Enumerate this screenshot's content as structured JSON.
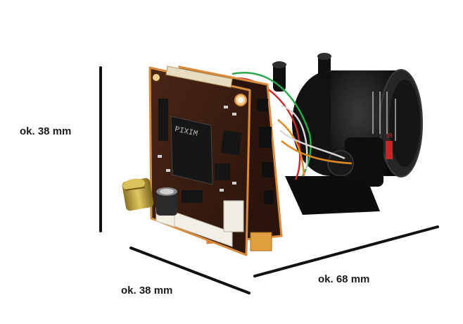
{
  "dimensions": {
    "height_label": "ok. 38 mm",
    "width_label": "ok. 38 mm",
    "depth_label": "ok. 68 mm"
  },
  "board": {
    "chip_brand": "PIXIM"
  },
  "lens": {
    "brand": "IR"
  },
  "colors": {
    "pcb": "#3b1e12",
    "pcb_edge": "#d98a3a",
    "lens_body": "#1c1c1c",
    "capacitor": "#c8b04a",
    "dimension_line": "#111111"
  }
}
